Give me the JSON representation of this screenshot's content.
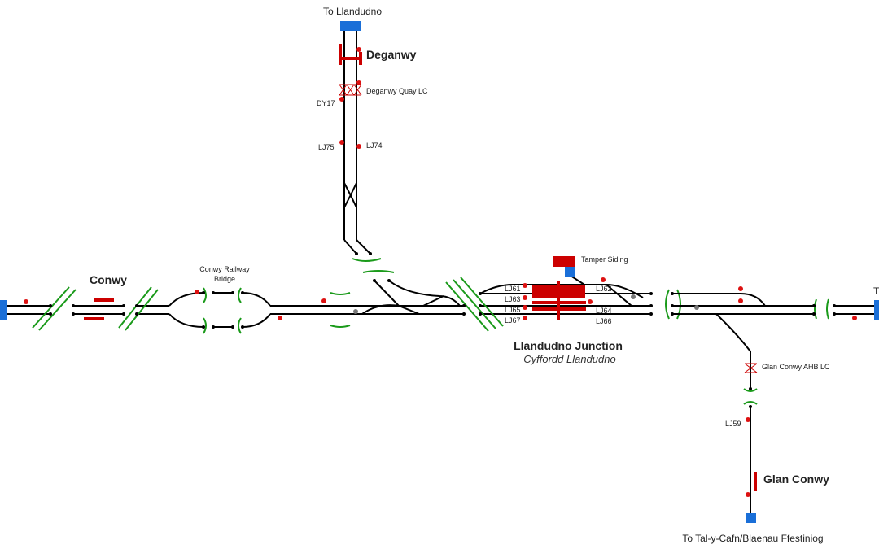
{
  "labels": {
    "to_llandudno": "To Llandudno",
    "deganwy": "Deganwy",
    "deganwy_quay_lc": "Deganwy Quay LC",
    "conwy": "Conwy",
    "conwy_bridge_1": "Conwy Railway",
    "conwy_bridge_2": "Bridge",
    "tamper_siding": "Tamper Siding",
    "llandudno_junction": "Llandudno Junction",
    "cyffordd": "Cyffordd Llandudno",
    "glan_conwy_ahb": "Glan Conwy AHB LC",
    "glan_conwy": "Glan Conwy",
    "to_blaenau": "To Tal-y-Cafn/Blaenau Ffestiniog",
    "right_edge": "T"
  },
  "signals": {
    "dy17": "DY17",
    "lj75": "LJ75",
    "lj74": "LJ74",
    "lj61": "LJ61",
    "lj63": "LJ63",
    "lj65": "LJ65",
    "lj67": "LJ67",
    "lj62": "LJ62",
    "lj64": "LJ64",
    "lj66": "LJ66",
    "lj59": "LJ59"
  },
  "colors": {
    "track": "#000000",
    "platform": "#cc0000",
    "signal": "#dd1111",
    "boundary": "#1a9a1a",
    "limit_box": "#1a6fd8"
  }
}
